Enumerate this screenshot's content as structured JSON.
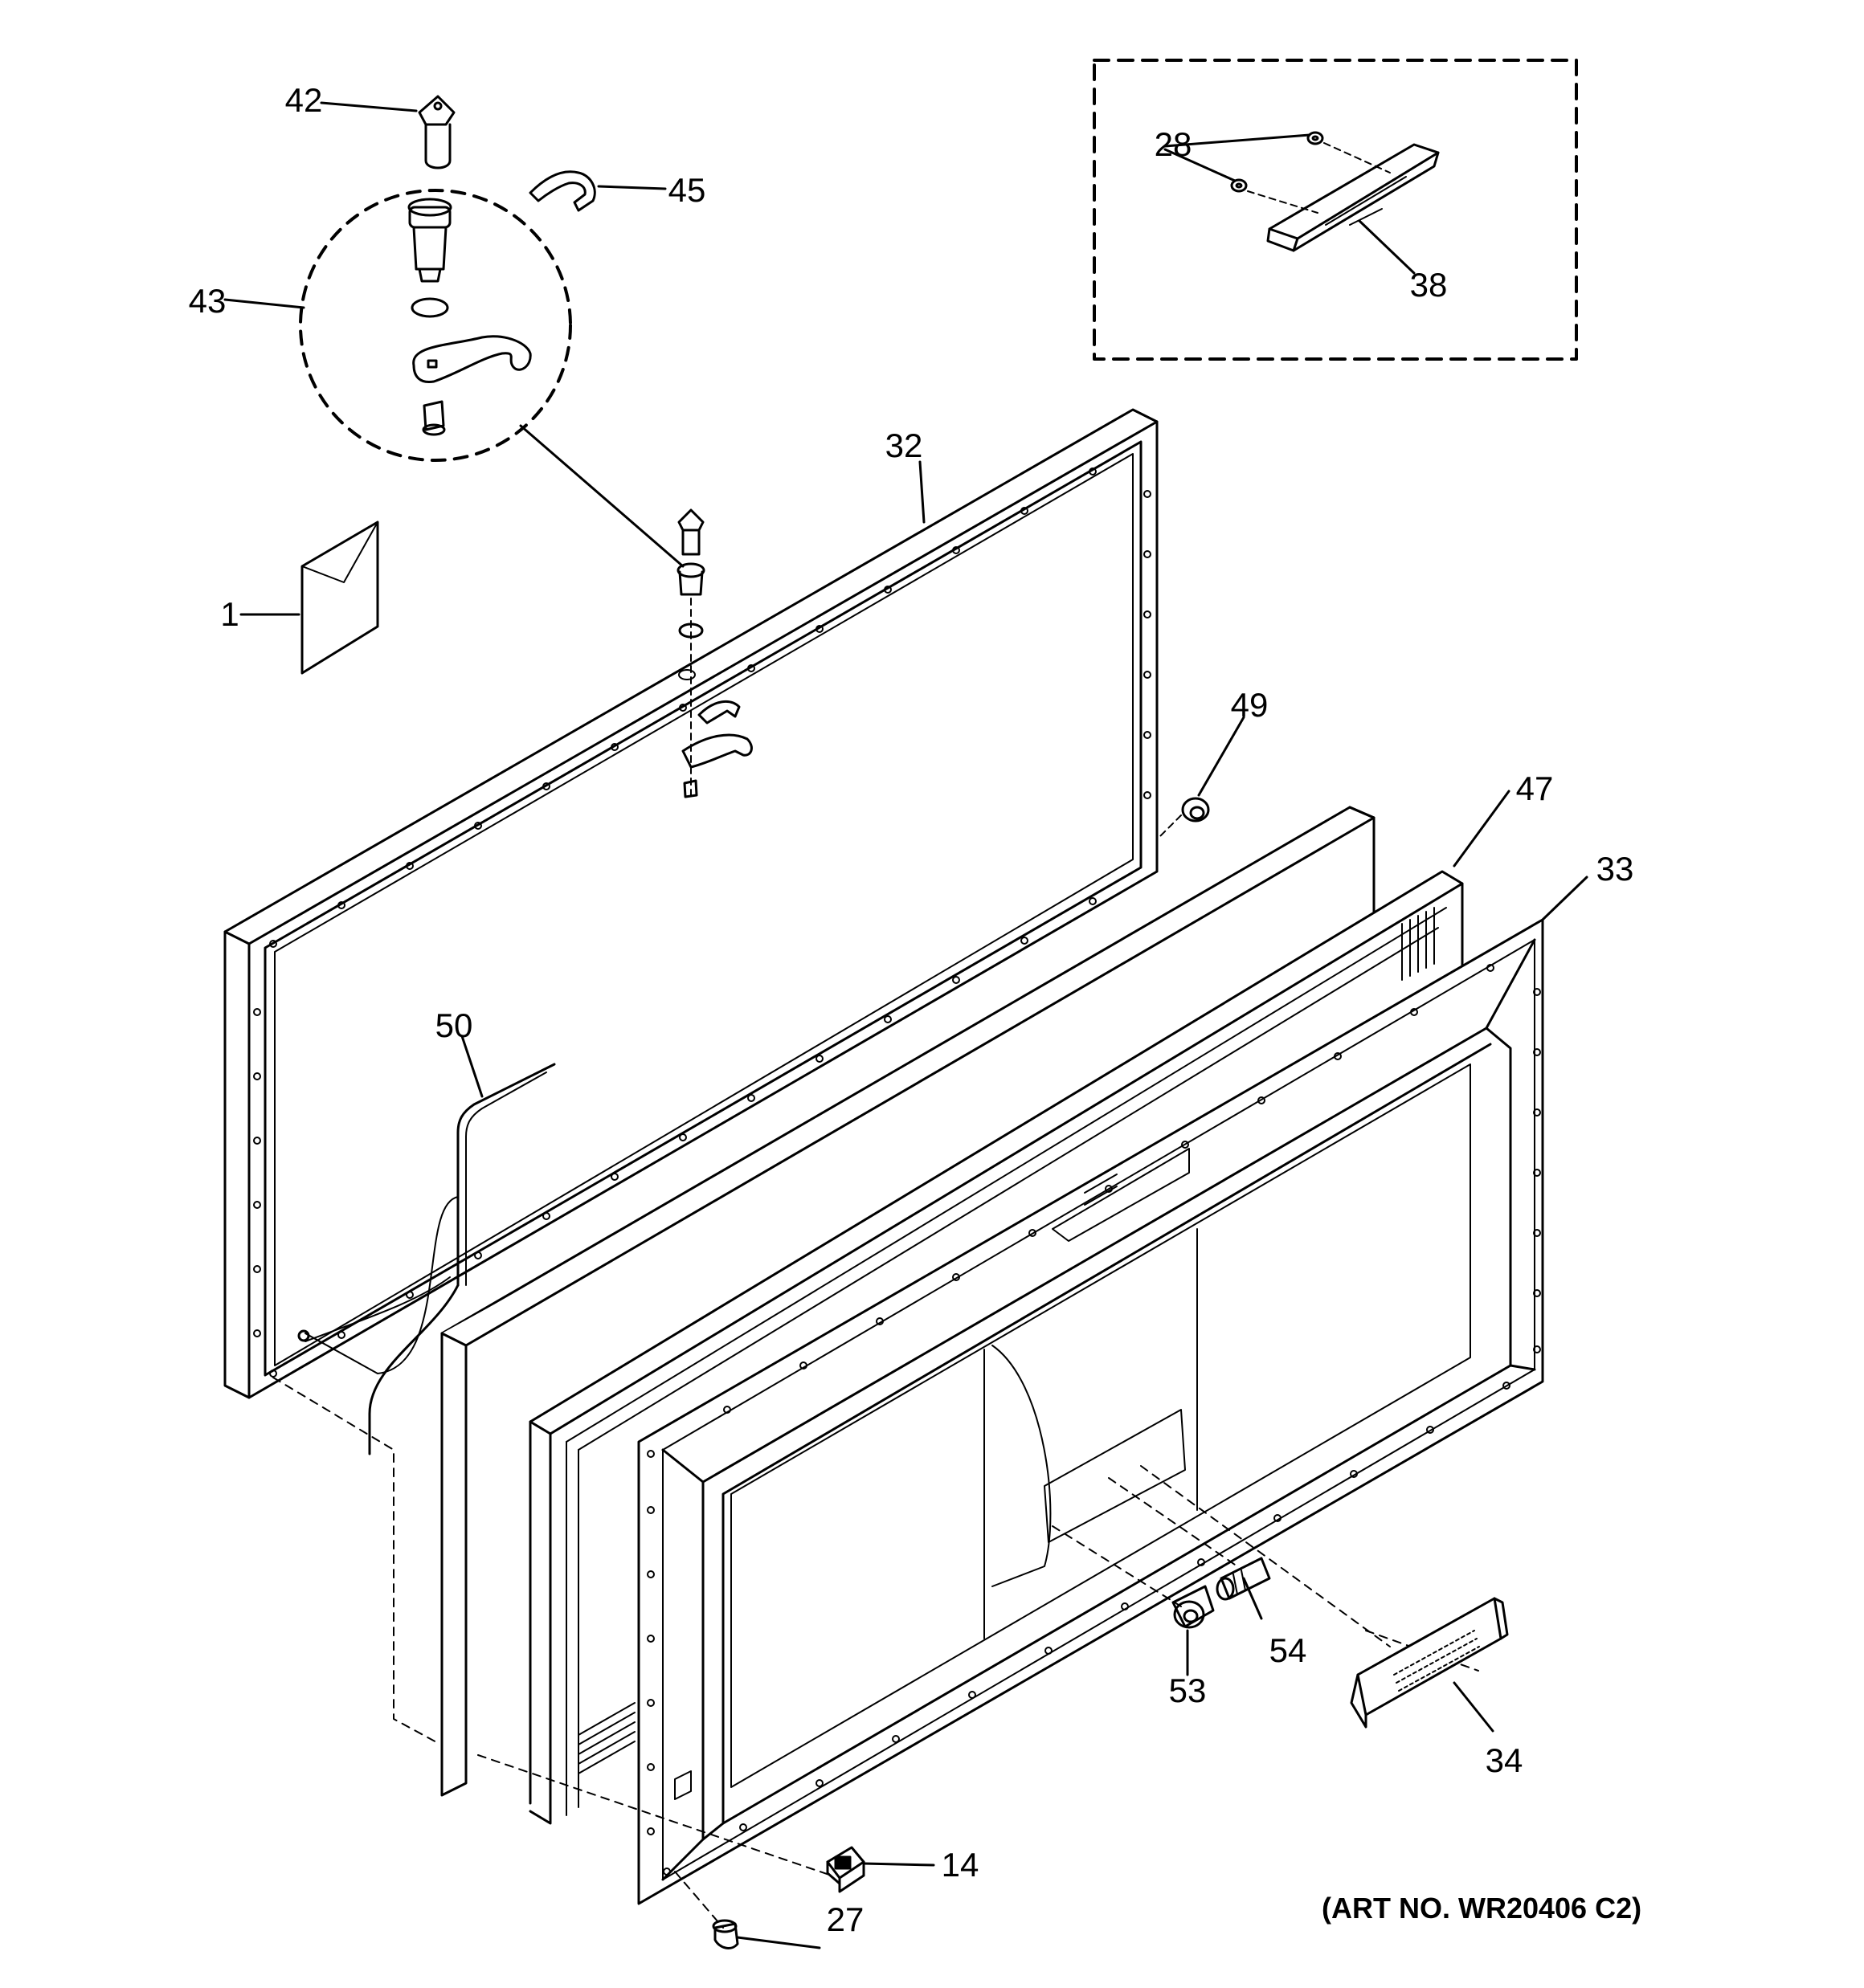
{
  "art_number": "(ART NO. WR20406 C2)",
  "callouts": [
    {
      "id": "part-42",
      "label": "42"
    },
    {
      "id": "part-45",
      "label": "45"
    },
    {
      "id": "part-43",
      "label": "43"
    },
    {
      "id": "part-1",
      "label": "1"
    },
    {
      "id": "part-32",
      "label": "32"
    },
    {
      "id": "part-28",
      "label": "28"
    },
    {
      "id": "part-38",
      "label": "38"
    },
    {
      "id": "part-49",
      "label": "49"
    },
    {
      "id": "part-47",
      "label": "47"
    },
    {
      "id": "part-33",
      "label": "33"
    },
    {
      "id": "part-50",
      "label": "50"
    },
    {
      "id": "part-54",
      "label": "54"
    },
    {
      "id": "part-53",
      "label": "53"
    },
    {
      "id": "part-34",
      "label": "34"
    },
    {
      "id": "part-14",
      "label": "14"
    },
    {
      "id": "part-27",
      "label": "27"
    }
  ]
}
